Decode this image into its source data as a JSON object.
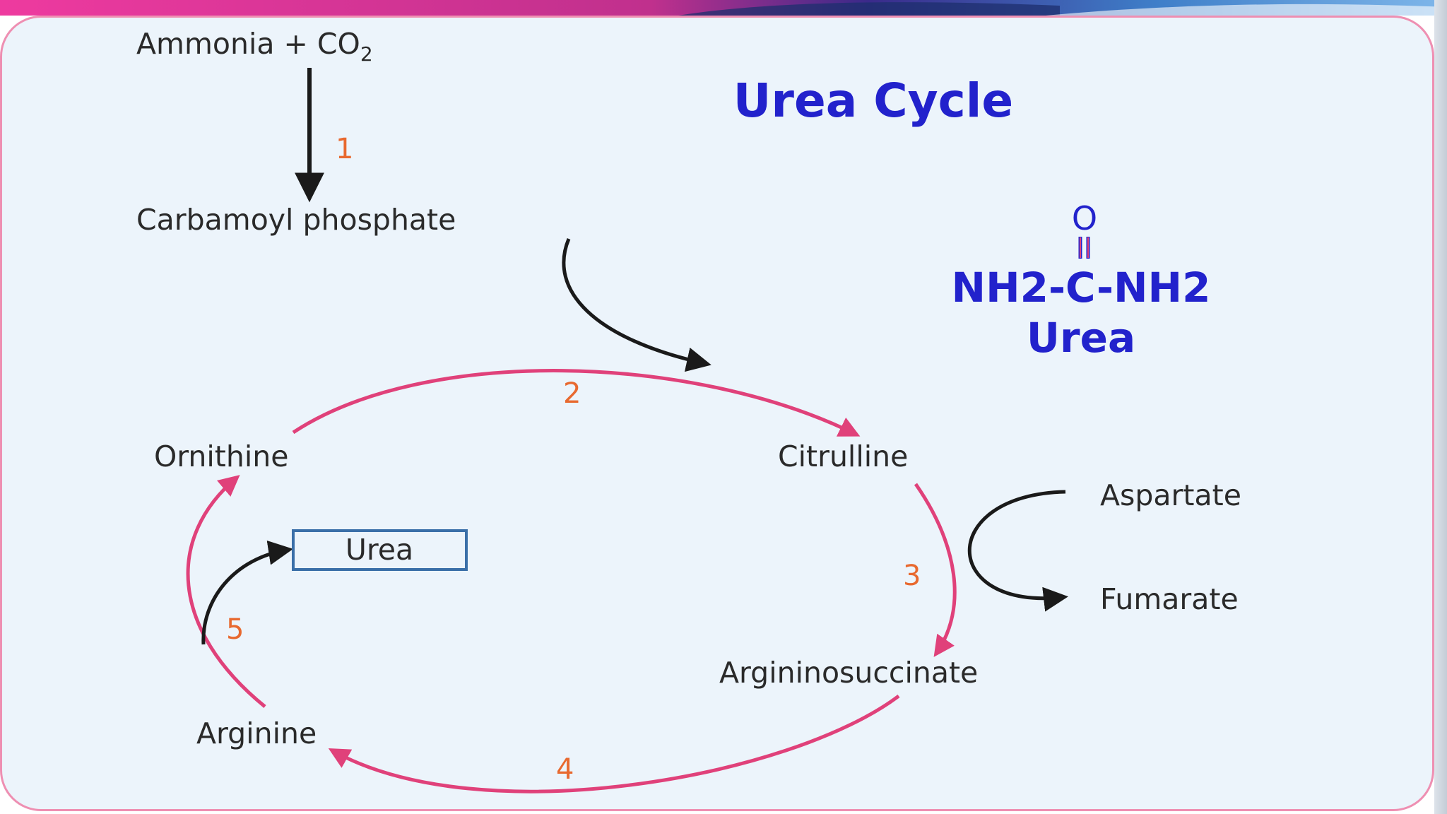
{
  "title": "Urea Cycle",
  "urea_formula": {
    "oxygen": "O",
    "formula": "NH2-C-NH2",
    "name": "Urea"
  },
  "nodes": {
    "ammonia_co2": "Ammonia + CO",
    "co2_subscript": "2",
    "carbamoyl_phosphate": "Carbamoyl phosphate",
    "ornithine": "Ornithine",
    "citrulline": "Citrulline",
    "aspartate": "Aspartate",
    "fumarate": "Fumarate",
    "argininosuccinate": "Argininosuccinate",
    "arginine": "Arginine",
    "urea_box": "Urea"
  },
  "steps": {
    "s1": "1",
    "s2": "2",
    "s3": "3",
    "s4": "4",
    "s5": "5"
  },
  "colors": {
    "cycle_arrow": "#e0417a",
    "black_arrow": "#1a1a1a",
    "step_number": "#e8692f",
    "title": "#2222cc",
    "panel_border": "#ee8fb2",
    "panel_fill": "#ecf4fb",
    "urea_box_border": "#3a6fa8"
  }
}
